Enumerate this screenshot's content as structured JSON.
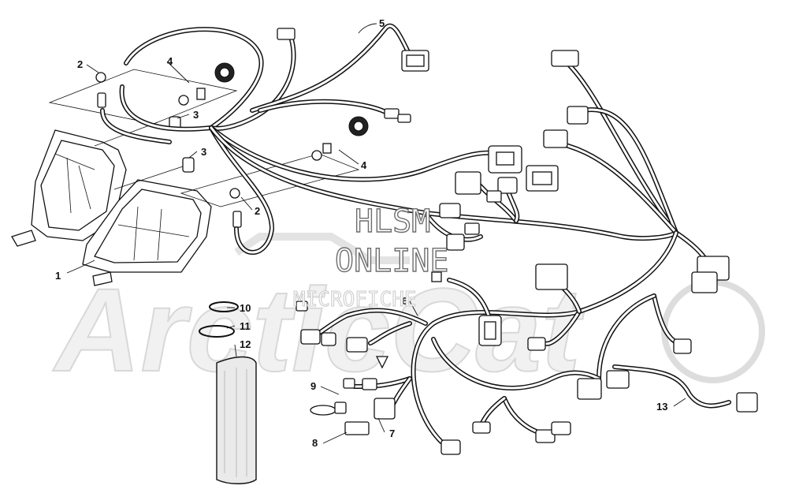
{
  "watermark": {
    "line1": "HLSM",
    "line2": "ONLINE",
    "line3": "MICROFICHE"
  },
  "background_logo": {
    "text": "ArcticCat"
  },
  "callouts": [
    {
      "id": "c1",
      "label": "1"
    },
    {
      "id": "c2a",
      "label": "2"
    },
    {
      "id": "c2b",
      "label": "2"
    },
    {
      "id": "c3a",
      "label": "3"
    },
    {
      "id": "c3b",
      "label": "3"
    },
    {
      "id": "c4a",
      "label": "4"
    },
    {
      "id": "c4b",
      "label": "4"
    },
    {
      "id": "c5",
      "label": "5"
    },
    {
      "id": "c6",
      "label": "6"
    },
    {
      "id": "c7",
      "label": "7"
    },
    {
      "id": "c8",
      "label": "8"
    },
    {
      "id": "c9",
      "label": "9"
    },
    {
      "id": "c10",
      "label": "10"
    },
    {
      "id": "c11",
      "label": "11"
    },
    {
      "id": "c12",
      "label": "12"
    },
    {
      "id": "c13",
      "label": "13"
    }
  ]
}
